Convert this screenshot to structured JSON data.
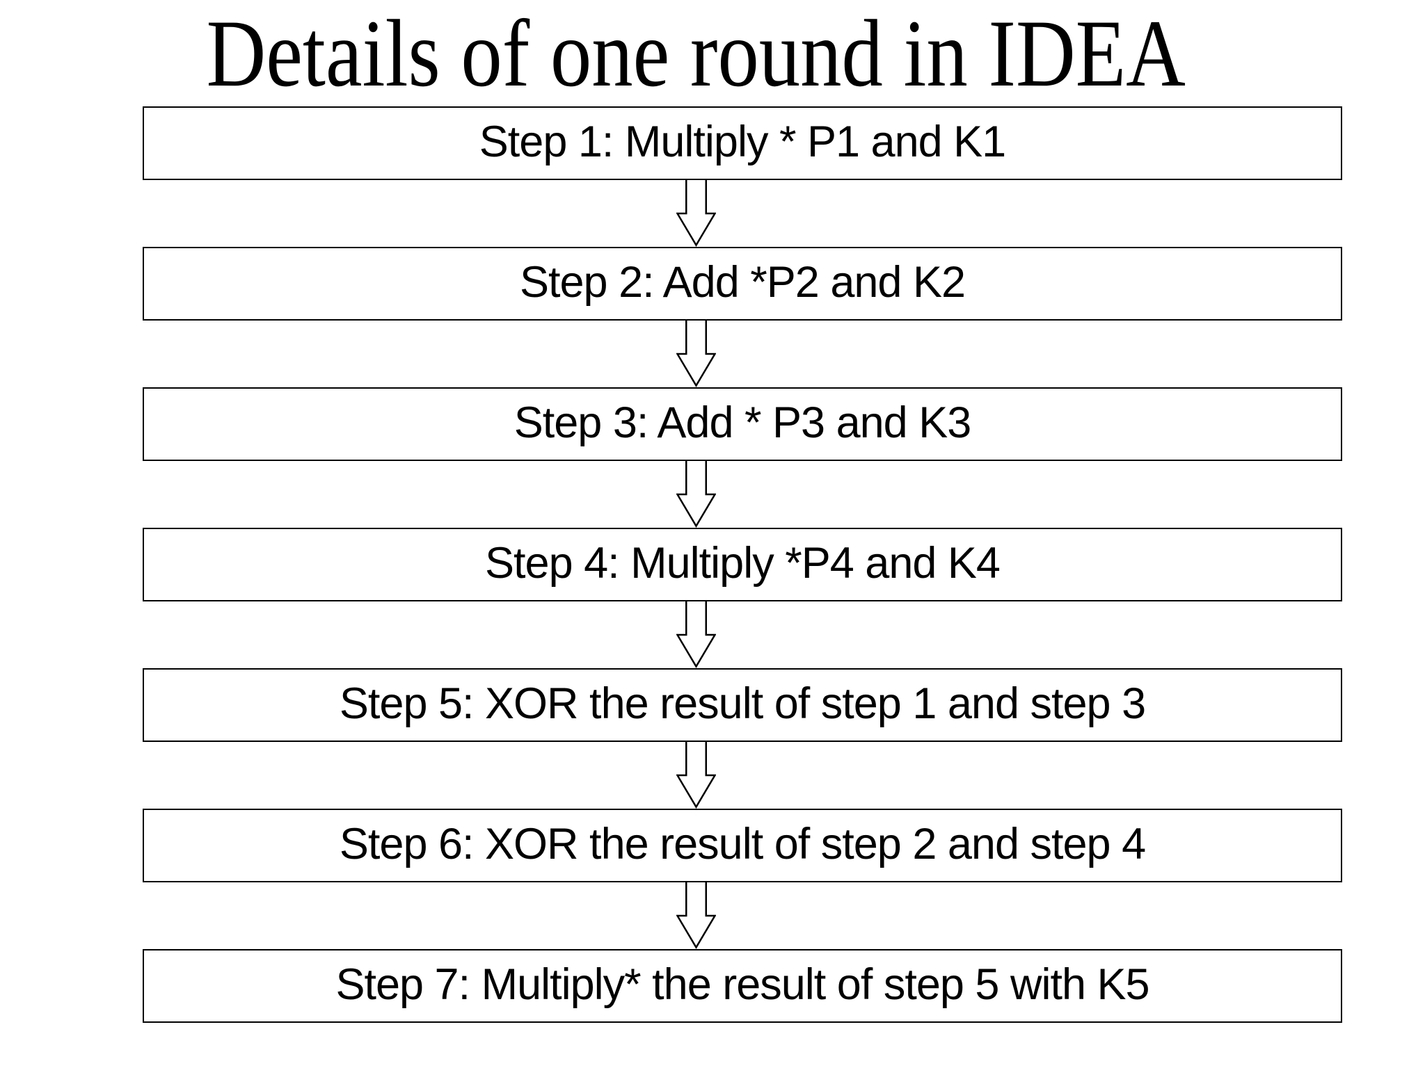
{
  "slide": {
    "title": "Details of one round in IDEA",
    "steps": [
      {
        "label": "Step 1: Multiply * P1 and K1"
      },
      {
        "label": "Step 2: Add *P2 and K2"
      },
      {
        "label": "Step 3: Add * P3 and K3"
      },
      {
        "label": "Step 4: Multiply *P4 and K4"
      },
      {
        "label": "Step 5: XOR the result of step 1 and step 3"
      },
      {
        "label": "Step 6: XOR the result of step 2 and step 4"
      },
      {
        "label": "Step 7: Multiply* the result of step 5 with K5"
      }
    ],
    "connector": {
      "icon": "down-arrow-icon",
      "count": 6
    },
    "colors": {
      "background": "#ffffff",
      "box_fill": "#ffffff",
      "box_border": "#000000",
      "text": "#000000"
    }
  }
}
